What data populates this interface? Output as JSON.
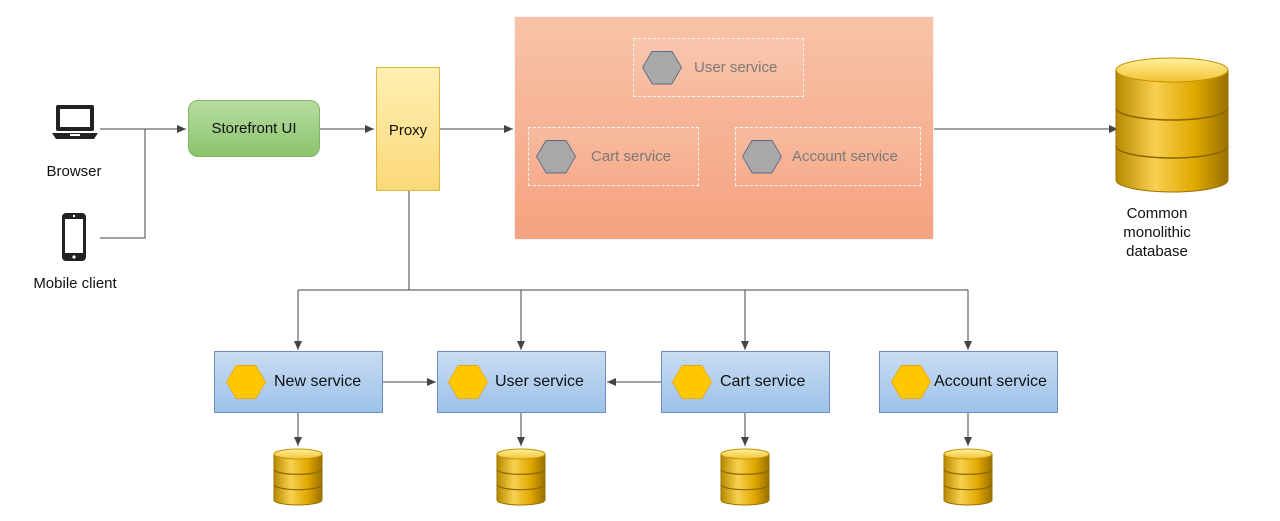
{
  "clients": {
    "browser_label": "Browser",
    "mobile_label": "Mobile client"
  },
  "nodes": {
    "storefront_label": "Storefront UI",
    "proxy_label": "Proxy"
  },
  "monolith": {
    "user_service": "User service",
    "cart_service": "Cart service",
    "account_service": "Account service",
    "database_label": "Common monolithic database"
  },
  "microservices": [
    {
      "label": "New service"
    },
    {
      "label": "User service"
    },
    {
      "label": "Cart service"
    },
    {
      "label": "Account service"
    }
  ],
  "colors": {
    "storefront": "#8cc46e",
    "proxy": "#fbd87a",
    "monolith_fill": "#f5a280",
    "service_fill": "#9ec2ea",
    "hex_active": "#ffc800",
    "hex_inactive": "#a8a8a8",
    "database_gold": "#d9a400"
  }
}
